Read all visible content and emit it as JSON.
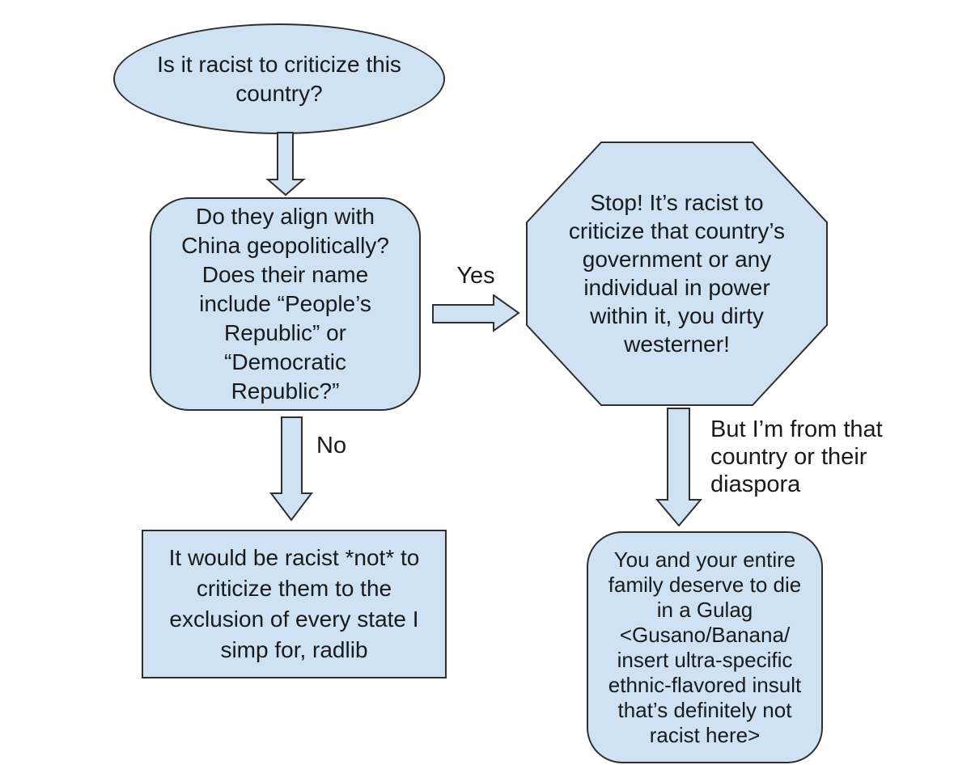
{
  "palette": {
    "background": "#ffffff",
    "shape_fill": "#cfe2f3",
    "shape_stroke": "#2f2f2f",
    "text_color": "#1a1a1a"
  },
  "diagram": {
    "type": "flowchart",
    "nodes": {
      "start": {
        "shape": "ellipse",
        "text": "Is it racist to criticize this\ncountry?"
      },
      "question": {
        "shape": "rounded-rectangle",
        "text": "Do they align with\nChina geopolitically?\nDoes their name\ninclude “People’s\nRepublic” or\n“Democratic\nRepublic?”"
      },
      "stop": {
        "shape": "octagon",
        "text": "Stop! It’s racist to\ncriticize that country’s\ngovernment or any\nindividual in power\nwithin it, you dirty\nwesterner!"
      },
      "radlib": {
        "shape": "rectangle",
        "text": "It would be racist *not* to\ncriticize them to the\nexclusion of every state I\nsimp for, radlib"
      },
      "gulag": {
        "shape": "rounded-rectangle",
        "text": "You and your entire\nfamily deserve to die\nin a Gulag\n<Gusano/Banana/\ninsert ultra-specific\nethnic-flavored insult\nthat’s definitely not\nracist here>"
      }
    },
    "edge_labels": {
      "yes": "Yes",
      "no": "No",
      "diaspora": "But I’m from that\ncountry or their\ndiaspora"
    }
  }
}
